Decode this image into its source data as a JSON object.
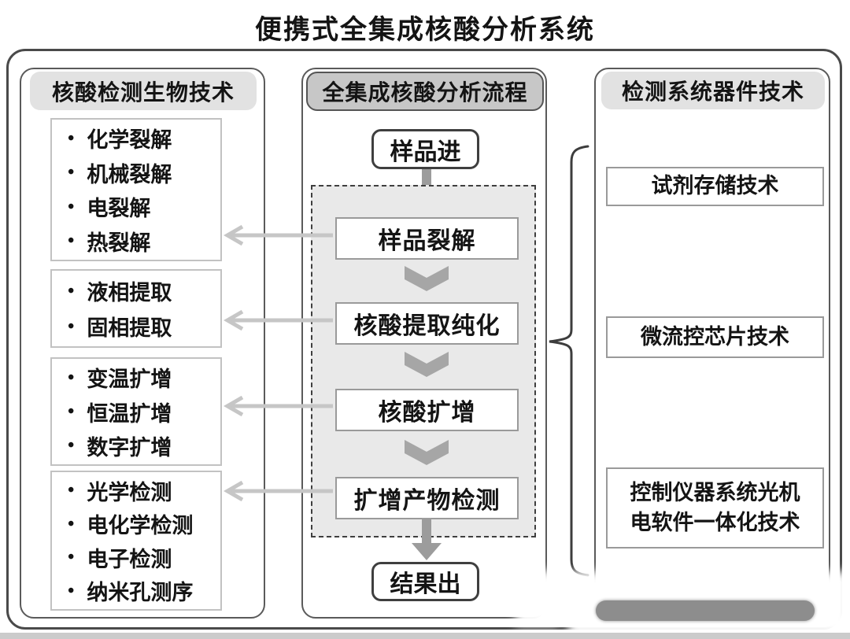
{
  "title": "便携式全集成核酸分析系统",
  "left_panel": {
    "header": "核酸检测生物技术",
    "bullet_glyph": "•",
    "groups": [
      {
        "items": [
          "化学裂解",
          "机械裂解",
          "电裂解",
          "热裂解"
        ]
      },
      {
        "items": [
          "液相提取",
          "固相提取"
        ]
      },
      {
        "items": [
          "变温扩增",
          "恒温扩增",
          "数字扩增"
        ]
      },
      {
        "items": [
          "光学检测",
          "电化学检测",
          "电子检测",
          "纳米孔测序"
        ]
      }
    ]
  },
  "center_panel": {
    "header": "全集成核酸分析流程",
    "start_label": "样品进",
    "steps": [
      "样品裂解",
      "核酸提取纯化",
      "核酸扩增",
      "扩增产物检测"
    ],
    "end_label": "结果出"
  },
  "right_panel": {
    "header": "检测系统器件技术",
    "boxes": [
      "试剂存储技术",
      "微流控芯片技术",
      "控制仪器系统光机电软件一体化技术"
    ]
  },
  "icons": {
    "flow_arrow_down": "thick-down-arrow",
    "chevron_down": "chevron-down",
    "link_arrow_left": "open-left-arrow",
    "brace_left": "curly-brace"
  },
  "colors": {
    "header_light": "#e2e2e2",
    "header_dark": "#c7c7c7",
    "process_fill": "#e9e9e9",
    "thick_arrow_gray": "#9c9c9c",
    "chevron_gray": "#a6a6a6",
    "link_arrow_gray": "#c6c6c6",
    "outer_border": "#4a4a4a",
    "step_border": "#9a9a9a",
    "watermark_bar": "#8d8d8d",
    "bottom_strip": "#cbcbcb"
  }
}
